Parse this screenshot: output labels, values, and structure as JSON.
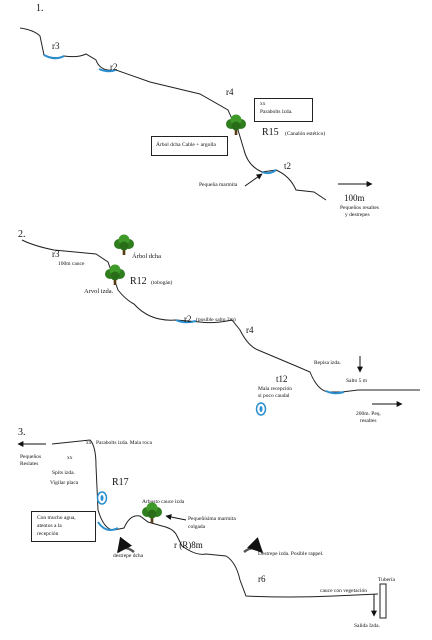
{
  "section1": {
    "number": "1.",
    "r3": "r3",
    "r2": "r2",
    "r4": "r4",
    "anchor_marks": "xx",
    "anchor_text": "Parabolts izda.",
    "tree_note": "Árbol dcha Cable + argolla",
    "r15": "R15",
    "r15_note": "(Canalón estético)",
    "pothole": "Pequeña marmita",
    "t2": "t2",
    "distance": "100m",
    "distance_note_1": "Pequeños resaltes",
    "distance_note_2": "y destrepes"
  },
  "section2": {
    "number": "2.",
    "r3": "r3",
    "r3_note": "100m cauce",
    "tree1": "Árbol dcha",
    "tree2": "Arvol izda.",
    "r12": "R12",
    "r12_note": "(tobogán)",
    "r2": "r2",
    "r2_note": "(posible salto 2m)",
    "r4": "r4",
    "ledge": "Repisa izda.",
    "t12": "t12",
    "t12_note_1": "Mala  recepción",
    "t12_note_2": "si poco caudal",
    "jump": "Salto 5 m",
    "distance_1": "200m. Peq.",
    "distance_2": "resaltes"
  },
  "section3": {
    "number": "3.",
    "anchor_marks_top": "xx",
    "anchor_text": "Parabolts izda. Mala roca",
    "small_1": "Pequeños",
    "small_2": "Reslates",
    "anchor_marks_left": "xx",
    "spits": "Spits izda.",
    "watch": "Vigilar placa",
    "r17": "R17",
    "shrub": "Arbusto cauce izda",
    "warn_1": "Con mucho agua,",
    "warn_2": "atentos a la",
    "warn_3": "recepción",
    "pot_1": "Pequeñísima marmita",
    "pot_2": "colgada",
    "downclimb_right": "destrepe dcha",
    "r8": "r (R)8m",
    "downclimb_left": "Destrepe izda. Posible rappel.",
    "r6": "r6",
    "pipe": "Tubería",
    "veg": "cauce con vegetación",
    "exit": "Salida Izda."
  }
}
